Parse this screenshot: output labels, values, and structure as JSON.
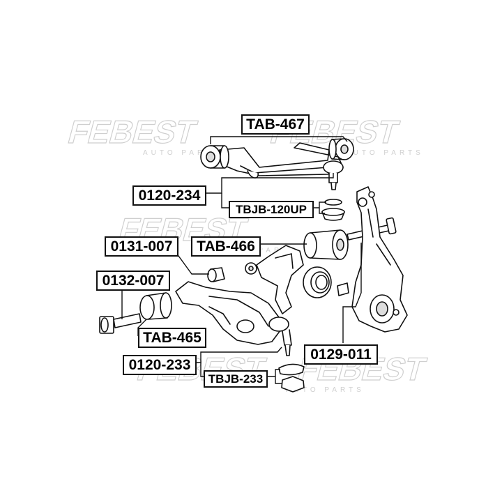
{
  "watermarks": {
    "brand": "FEBEST",
    "subtext": "AUTO PARTS"
  },
  "labels": {
    "tab467": "TAB-467",
    "p0120_234": "0120-234",
    "tbjb120up": "TBJB-120UP",
    "p0131_007": "0131-007",
    "tab466": "TAB-466",
    "p0132_007": "0132-007",
    "tab465": "TAB-465",
    "p0129_011": "0129-011",
    "p0120_233": "0120-233",
    "tbjb233": "TBJB-233"
  },
  "colors": {
    "line": "#111111",
    "watermark": "#cfcfcf",
    "part_fill": "#ffffff",
    "shade": "#dddddd"
  }
}
